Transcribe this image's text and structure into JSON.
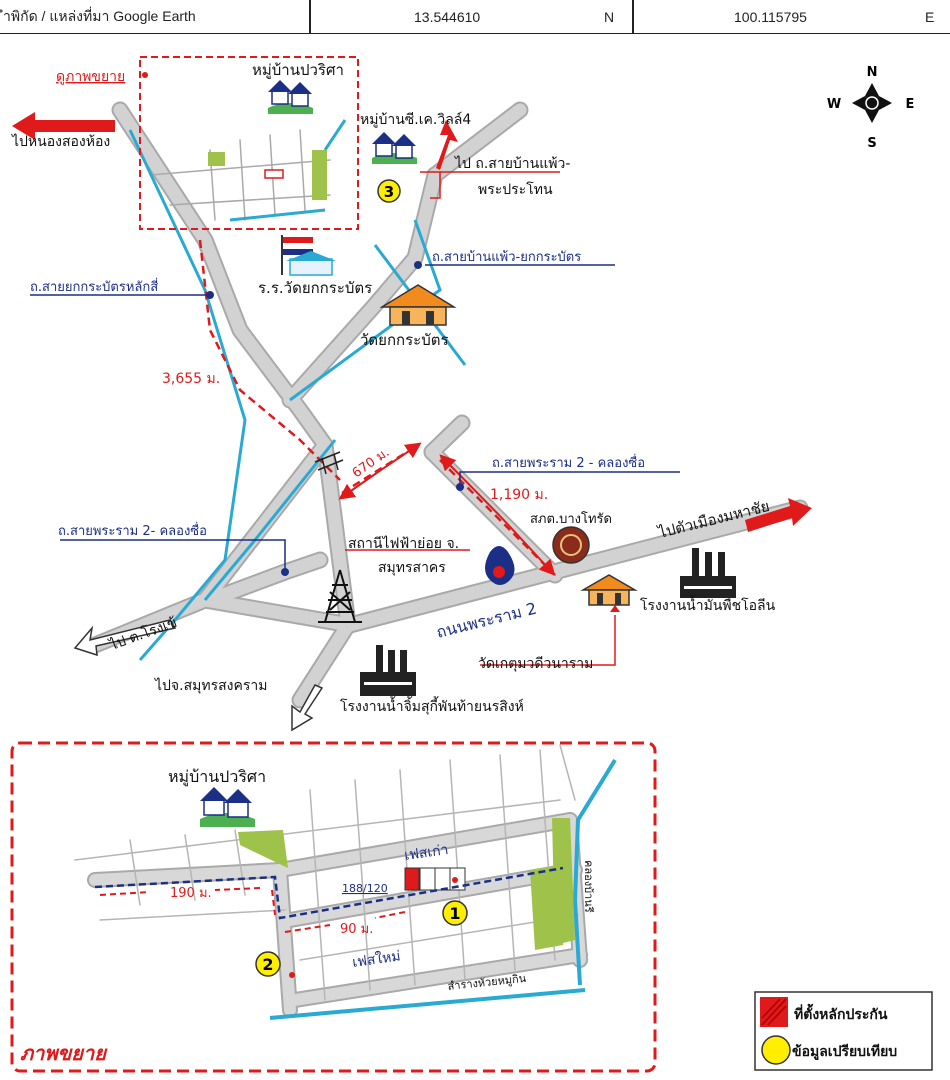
{
  "header": {
    "source_label": "ำพิกัด / แหล่งที่มา Google Earth",
    "lat_value": "13.544610",
    "lat_dir": "N",
    "lon_value": "100.115795",
    "lon_dir": "E"
  },
  "compass": {
    "n": "N",
    "s": "S",
    "e": "E",
    "w": "W"
  },
  "colors": {
    "road": "#c9c9c9",
    "road_edge": "#a9a9a9",
    "canal": "#2aa9d3",
    "red": "#e01a1a",
    "navy": "#1c2f86",
    "green_fill": "#9fc24a",
    "yellow_marker": "#ffee00"
  },
  "main_map": {
    "view_enlarge": "ดูภาพขยาย",
    "village_pawarisa": "หมู่บ้านปวริศา",
    "village_ck": "หมู่บ้านซี.เค.วิลล์4",
    "to_nong_song_hong": "ไปหนองสองห้อง",
    "to_road_line1": "ไป ถ.สายบ้านแพ้ว-",
    "to_road_line2": "พระประโทน",
    "road_yokkrabat_label": "ถ.สายบ้านแพ้ว-ยกกระบัตร",
    "road_laksi_label": "ถ.สายยกกระบัตรหลักสี่",
    "school_label": "ร.ร.วัดยกกระบัตร",
    "temple_label": "วัดยกกระบัตร",
    "dist_3655": "3,655 ม.",
    "dist_670": "670 ม.",
    "dist_1190": "1,190 ม.",
    "road_rama2_khlong_right": "ถ.สายพระราม 2 - คลองซื่อ",
    "road_rama2_khlong_left": "ถ.สายพระราม 2- คลองซื่อ",
    "police_label": "สภต.บางโทรัด",
    "to_mahachai": "ไปตัวเมืองมหาชัย",
    "substation_line1": "สถานีไฟฟ้าย่อย จ.",
    "substation_line2": "สมุทรสาคร",
    "rama2_road": "ถนนพระราม 2",
    "factory_oil": "โรงงานน้ำมันพืชโอลีน",
    "to_rong_khe": "ไป ต.โรงเข้",
    "temple_ket": "วัดเกตุมวดีวนาราม",
    "to_samut_songkhram": "ไปจ.สมุทรสงคราม",
    "factory_dip": "โรงงานน้ำจิ้มสุกี้พันท้ายนรสิงห์",
    "marker_3": "3"
  },
  "inset": {
    "village": "หมู่บ้านปวริศา",
    "phase_old": "เฟสเก่า",
    "phase_new": "เฟสใหม่",
    "plot_no": "188/120",
    "dist_190": "190 ม.",
    "dist_90": "90 ม.",
    "canal_label": "คลองบ้านรี",
    "road_label": "สำรางหัวยหมูกิน",
    "marker_1": "1",
    "marker_2": "2",
    "title": "ภาพขยาย"
  },
  "legend": {
    "collateral": "ที่ตั้งหลักประกัน",
    "comparison": "ข้อมูลเปรียบเทียบ"
  }
}
